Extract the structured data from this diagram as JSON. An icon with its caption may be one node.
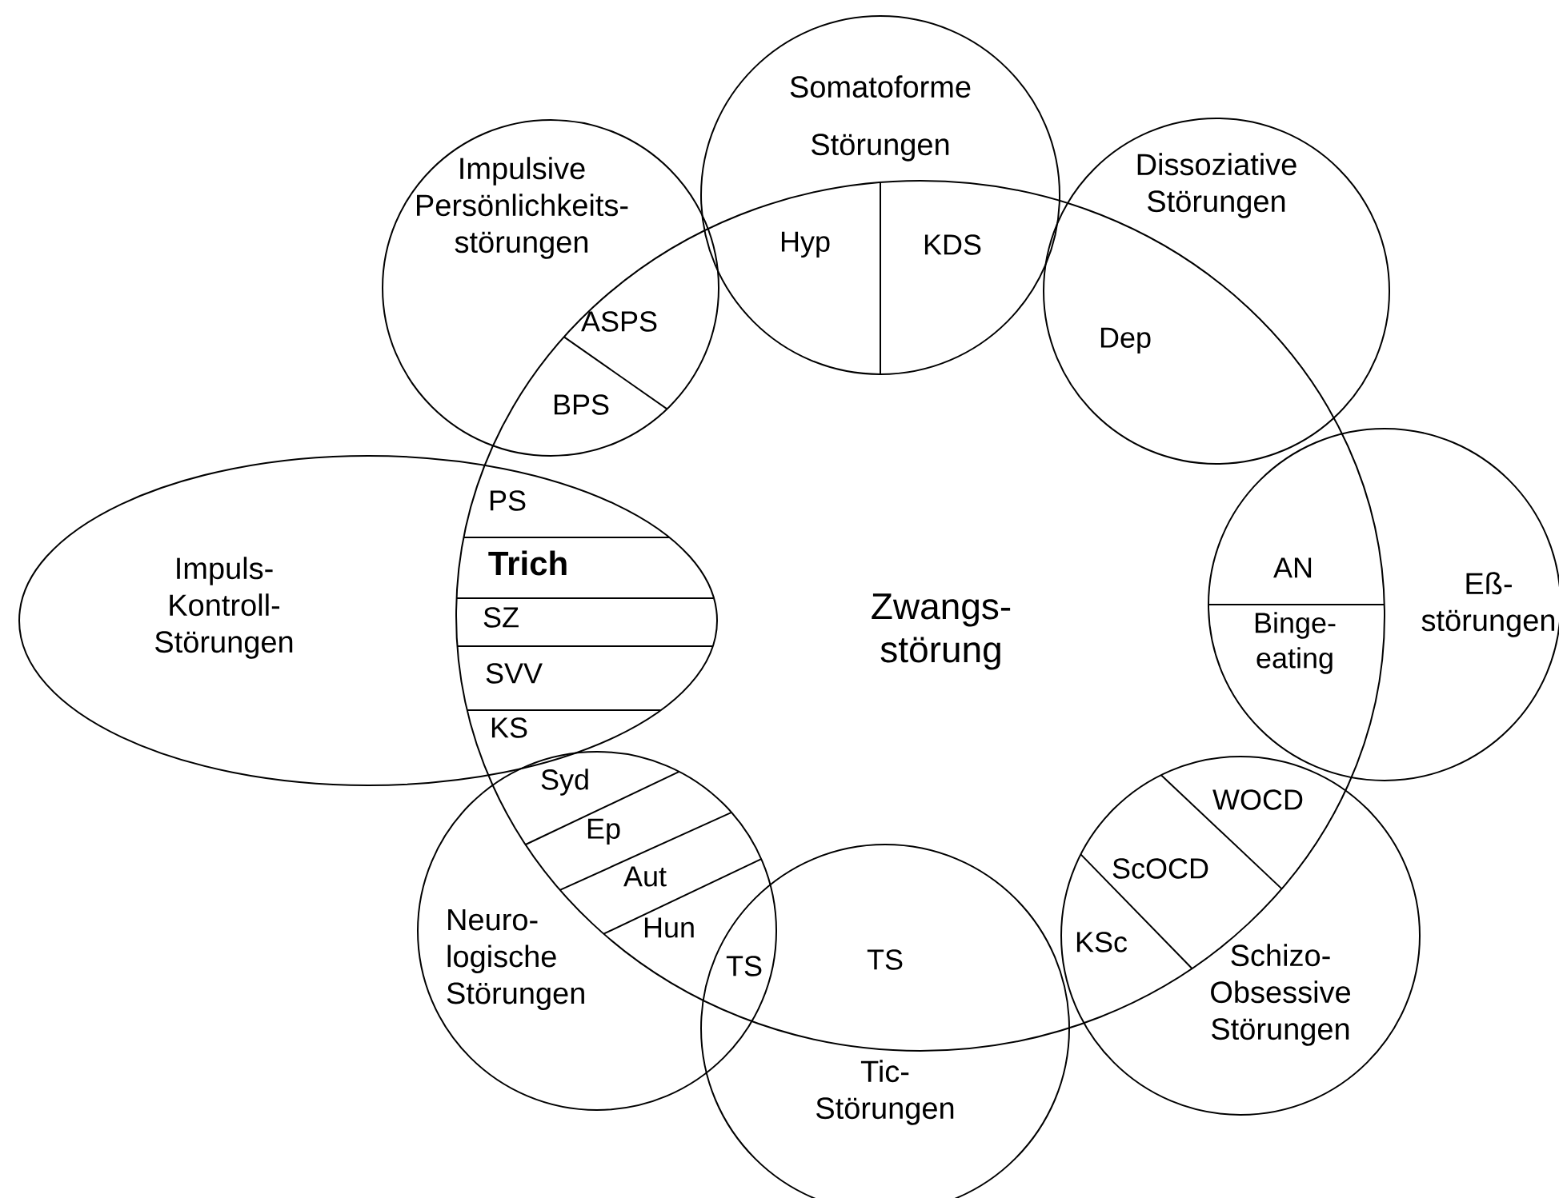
{
  "diagram": {
    "nodes": [
      {
        "text": [
          "Somatoforme Störungen"
        ]
      },
      {
        "text": [
          "Impulsive Persönlichkeits- störungen"
        ]
      },
      {
        "text": [
          "Dissoziative Störungen"
        ]
      },
      {
        "text": [
          "Impuls- Kontroll- Störungen"
        ]
      },
      {
        "text": [
          "Zwangs- störung"
        ]
      },
      {
        "text": [
          "Eß- störungen"
        ]
      },
      {
        "text": [
          "Neuro- logische Störungen"
        ]
      },
      {
        "text": [
          "Schizo- Obsessive Störungen"
        ]
      },
      {
        "text": [
          "Tic- Störungen"
        ]
      }
    ],
    "labels": [
      "Hyp",
      "KDS",
      "ASPS",
      "Dep",
      "BPS",
      "PS",
      "Trich",
      "AN",
      "SZ",
      "Binge- eating",
      "SVV",
      "KS",
      "Syd",
      "WOCD",
      "Ep",
      "Aut",
      "ScOCD",
      "Hun",
      "KSc",
      "TS",
      "TS"
    ]
  }
}
